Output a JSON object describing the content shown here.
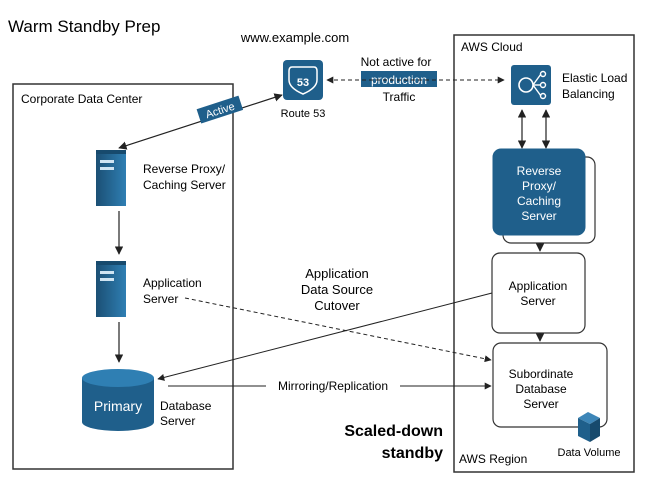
{
  "title": "Warm Standby Prep",
  "domain_label": "www.example.com",
  "dns": {
    "name": "Route 53",
    "badge": "53"
  },
  "corporate_dc": {
    "label": "Corporate Data Center",
    "proxy_label": [
      "Reverse Proxy/",
      "Caching Server"
    ],
    "app_label": [
      "Application",
      "Server"
    ],
    "db_badge": "Primary",
    "db_label": [
      "Database",
      "Server"
    ]
  },
  "aws": {
    "cloud_label": "AWS Cloud",
    "region_label": "AWS Region",
    "elb_label": [
      "Elastic Load",
      "Balancing"
    ],
    "proxy_label": [
      "Reverse",
      "Proxy/",
      "Caching",
      "Server"
    ],
    "app_label": [
      "Application",
      "Server"
    ],
    "db_label": [
      "Subordinate",
      "Database",
      "Server"
    ],
    "volume_label": "Data Volume"
  },
  "annotations": {
    "active": "Active",
    "not_active": [
      "Not active for",
      "production",
      "Traffic"
    ],
    "cutover": [
      "Application",
      "Data Source",
      "Cutover"
    ],
    "mirroring": "Mirroring/Replication",
    "scaled_down": [
      "Scaled-down",
      "standby"
    ]
  },
  "colors": {
    "brand": "#1f5f8b",
    "line": "#222222",
    "box_border": "#333333"
  }
}
